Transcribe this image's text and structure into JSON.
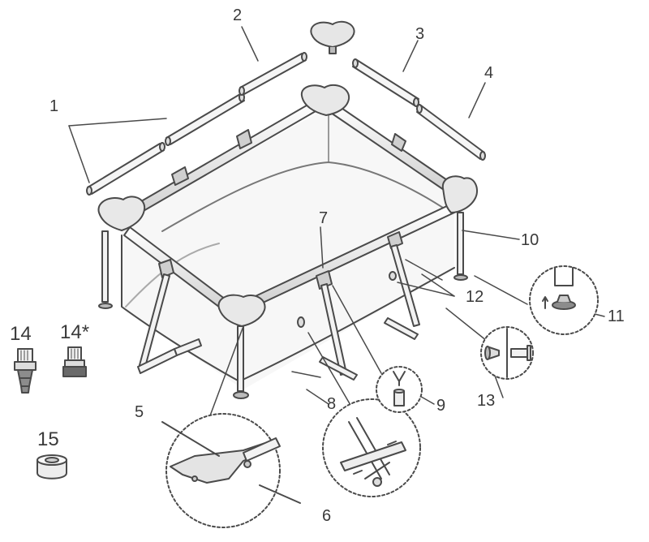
{
  "diagram": {
    "labels": {
      "p1": "1",
      "p2": "2",
      "p3": "3",
      "p4": "4",
      "p5": "5",
      "p6": "6",
      "p7": "7",
      "p8": "8",
      "p9": "9",
      "p10": "10",
      "p11": "11",
      "p12": "12",
      "p13": "13",
      "p14": "14",
      "p14s": "14*",
      "p15": "15"
    },
    "colors": {
      "line": "#4a4a4a",
      "light_fill": "#f2f2f2",
      "mid_fill": "#d9d9d9",
      "dark_fill": "#8c8c8c"
    }
  }
}
